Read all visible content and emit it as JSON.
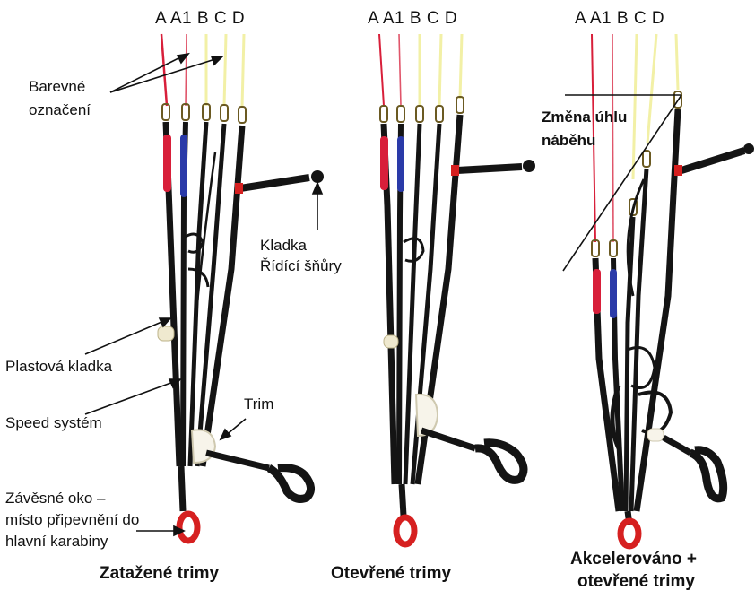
{
  "panels": [
    {
      "riser_header": "A A1 B C D",
      "caption": [
        "Zatažené trimy"
      ]
    },
    {
      "riser_header": "A A1 B C D",
      "caption": [
        "Otevřené trimy"
      ]
    },
    {
      "riser_header": "A A1 B C D",
      "caption": [
        "Akcelerováno +",
        "otevřené trimy"
      ]
    }
  ],
  "labels": {
    "color_marking": [
      "Barevné",
      "označení"
    ],
    "brake_pulley": [
      "Kladka",
      "Řídící šňůry"
    ],
    "plastic_pulley": "Plastová kladka",
    "speed_system": "Speed systém",
    "trim": "Trim",
    "suspension_eye": [
      "Závěsné oko –",
      "místo připevnění do",
      "hlavní karabiny"
    ],
    "angle_change": [
      "Změna úhlu",
      "náběhu"
    ]
  },
  "colors": {
    "a_riser": "#d81f3a",
    "a1_riser": "#2a3aa8",
    "b_c_d_lines": "#f2f0a6",
    "webbing": "#141414",
    "maillon": "#d62020",
    "pulley": "#efe9cf"
  }
}
